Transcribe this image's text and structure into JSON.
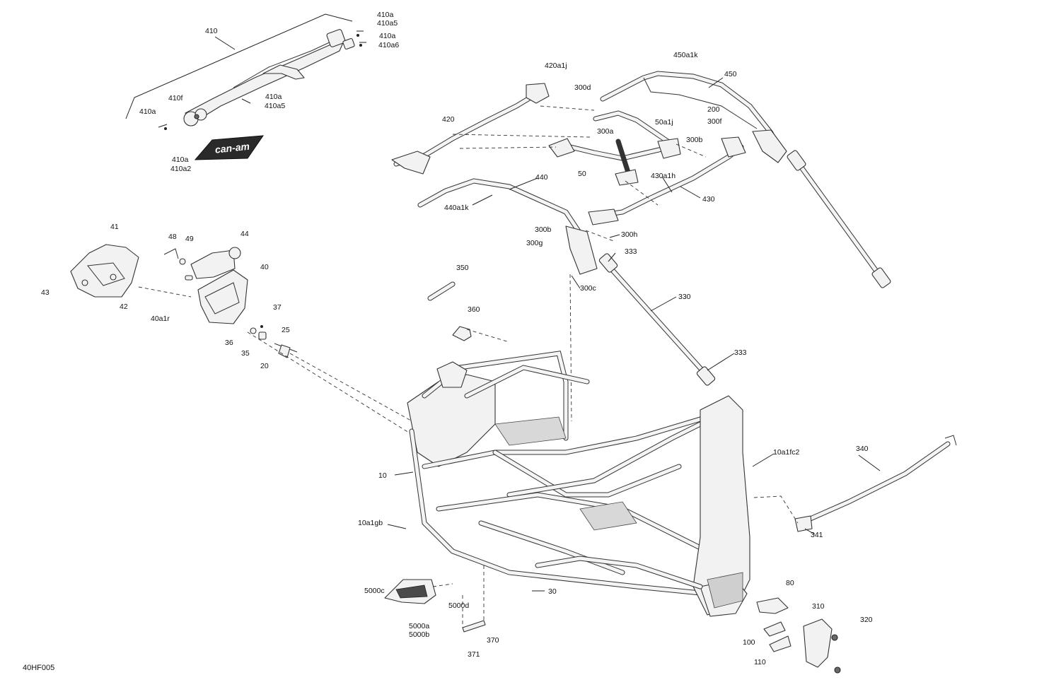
{
  "drawing_id": "40HF005",
  "logo_text": "can-am",
  "labels": {
    "l410a_top": "410a",
    "l410a5_top": "410a5",
    "l410a_mid": "410a",
    "l410a6": "410a6",
    "l410": "410",
    "l410f": "410f",
    "l410a_left": "410a",
    "l410a_c": "410a",
    "l410a5_c": "410a5",
    "l410a_logo": "410a",
    "l410a2": "410a2",
    "l420a1j": "420a1j",
    "l420": "420",
    "l300d": "300d",
    "l450a1k": "450a1k",
    "l450": "450",
    "l200": "200",
    "l300f": "300f",
    "l300a": "300a",
    "l50a1j": "50a1j",
    "l300b_r": "300b",
    "l50": "50",
    "l430a1h": "430a1h",
    "l430": "430",
    "l440": "440",
    "l440a1k": "440a1k",
    "l300b_l": "300b",
    "l300h": "300h",
    "l300g": "300g",
    "l333_top": "333",
    "l300c": "300c",
    "l330": "330",
    "l333_bot": "333",
    "l41": "41",
    "l48": "48",
    "l49": "49",
    "l44": "44",
    "l40": "40",
    "l43": "43",
    "l42": "42",
    "l40a1r": "40a1r",
    "l37": "37",
    "l25": "25",
    "l36": "36",
    "l35": "35",
    "l20": "20",
    "l350": "350",
    "l360": "360",
    "l10": "10",
    "l10a1gb": "10a1gb",
    "l10a1fc2": "10a1fc2",
    "l340": "340",
    "l341": "341",
    "l80": "80",
    "l310": "310",
    "l320": "320",
    "l100": "100",
    "l110": "110",
    "l5000c": "5000c",
    "l5000d": "5000d",
    "l5000a": "5000a",
    "l5000b": "5000b",
    "l30": "30",
    "l370": "370",
    "l371": "371"
  }
}
